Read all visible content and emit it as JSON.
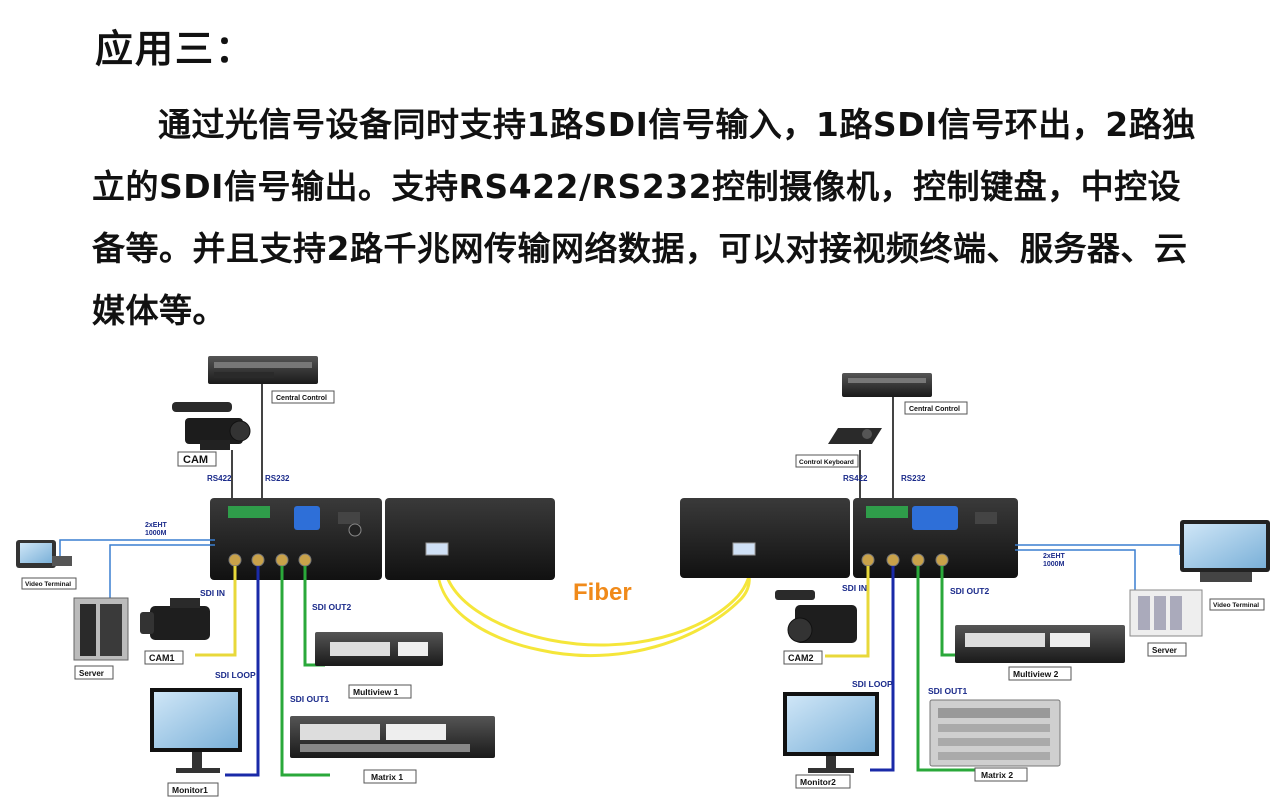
{
  "heading": "应用三：",
  "paragraph": "通过光信号设备同时支持1路SDI信号输入，1路SDI信号环出，2路独立的SDI信号输出。支持RS422/RS232控制摄像机，控制键盘，中控设备等。并且支持2路千兆网传输网络数据，可以对接视频终端、服务器、云媒体等。",
  "diagram": {
    "fiber": "Fiber",
    "left": {
      "central_control": "Central Control",
      "cam": "CAM",
      "rs422": "RS422",
      "rs232": "RS232",
      "eth_line1": "2xEHT",
      "eth_line2": "1000M",
      "video_terminal": "Video Terminal",
      "server": "Server",
      "sdi_in": "SDI IN",
      "cam1": "CAM1",
      "sdi_loop": "SDI LOOP",
      "sdi_out2": "SDI OUT2",
      "sdi_out1": "SDI OUT1",
      "multiview": "Multiview 1",
      "matrix": "Matrix 1",
      "monitor": "Monitor1"
    },
    "right": {
      "central_control": "Central Control",
      "control_keyboard": "Control Keyboard",
      "rs422": "RS422",
      "rs232": "RS232",
      "eth_line1": "2xEHT",
      "eth_line2": "1000M",
      "video_terminal": "Video Terminal",
      "server": "Server",
      "sdi_in": "SDI IN",
      "cam2": "CAM2",
      "sdi_loop": "SDI LOOP",
      "sdi_out2": "SDI OUT2",
      "sdi_out1": "SDI OUT1",
      "multiview": "Multiview 2",
      "matrix": "Matrix 2",
      "monitor": "Monitor2"
    }
  },
  "colors": {
    "fiber": "#f5e63a",
    "fiber_label": "#f08a1a",
    "sdi_in": "#e8d83a",
    "sdi_loop": "#1a2aa8",
    "sdi_out": "#2aa83a",
    "ethernet": "#3a7fd0",
    "label_blue": "#1a2a8a"
  }
}
